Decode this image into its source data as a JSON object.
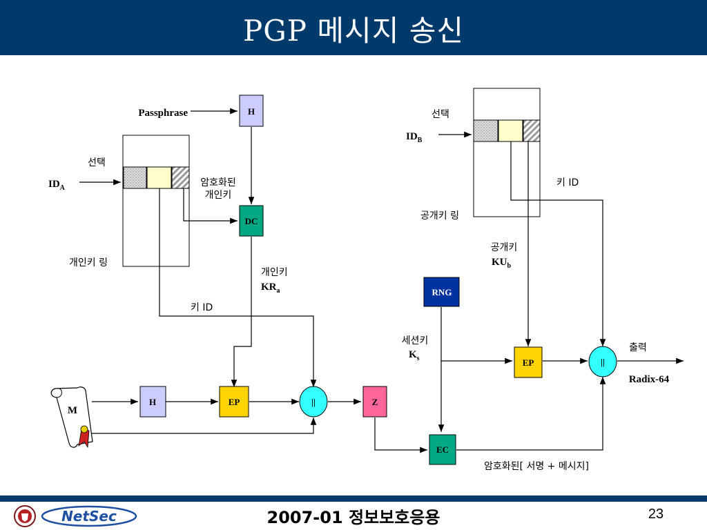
{
  "slide": {
    "title": "PGP 메시지 송신",
    "footer": "2007-01 정보보호응용",
    "page_number": "23",
    "logo_text": "NetSec"
  },
  "diagram": {
    "labels": {
      "passphrase": "Passphrase",
      "select_a": "선택",
      "id_a": "ID",
      "id_a_sub": "A",
      "encrypted_private_key_1": "암호화된",
      "encrypted_private_key_2": "개인키",
      "private_key_ring": "개인키 링",
      "private_key": "개인키",
      "kr": "KR",
      "kr_sub": "a",
      "key_id_a": "키 ID",
      "message": "M",
      "select_b": "선택",
      "id_b": "ID",
      "id_b_sub": "B",
      "key_id_b": "키 ID",
      "public_key_ring": "공개키 링",
      "public_key": "공개키",
      "ku": "KU",
      "ku_sub": "b",
      "session_key": "세션키",
      "ks": "K",
      "ks_sub": "s",
      "output": "출력",
      "radix": "Radix-64",
      "encrypted_sig_msg": "암호화된[ 서명 + 메시지]"
    },
    "boxes": {
      "h_top": "H",
      "dc": "DC",
      "h_bottom": "H",
      "ep_bottom": "EP",
      "concat_1": "||",
      "z": "Z",
      "rng": "RNG",
      "ep_right": "EP",
      "concat_2": "||",
      "ec": "EC"
    },
    "colors": {
      "h_box": "#ccccff",
      "dc_box": "#00a884",
      "ep_box": "#ffd400",
      "concat": "#33ffff",
      "z_box": "#ff6699",
      "rng_box": "#0033a0",
      "ec_box": "#00a884",
      "key_slot": "#ffffcc"
    }
  }
}
